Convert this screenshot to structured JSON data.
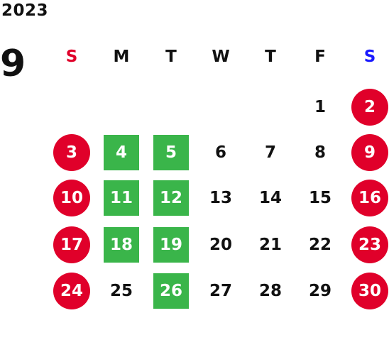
{
  "year": "2023",
  "month": "9",
  "colors": {
    "weekend_circle": "#e0002a",
    "highlight": "#3ab54a",
    "sunday_label": "#e0002a",
    "saturday_label": "#1a1aff"
  },
  "weekdays": [
    "S",
    "M",
    "T",
    "W",
    "T",
    "F",
    "S"
  ],
  "weeks": [
    [
      {
        "d": ""
      },
      {
        "d": ""
      },
      {
        "d": ""
      },
      {
        "d": ""
      },
      {
        "d": ""
      },
      {
        "d": "1"
      },
      {
        "d": "2",
        "style": "weekend"
      }
    ],
    [
      {
        "d": "3",
        "style": "weekend"
      },
      {
        "d": "4",
        "style": "highlight"
      },
      {
        "d": "5",
        "style": "highlight"
      },
      {
        "d": "6"
      },
      {
        "d": "7"
      },
      {
        "d": "8"
      },
      {
        "d": "9",
        "style": "weekend"
      }
    ],
    [
      {
        "d": "10",
        "style": "weekend"
      },
      {
        "d": "11",
        "style": "highlight"
      },
      {
        "d": "12",
        "style": "highlight"
      },
      {
        "d": "13"
      },
      {
        "d": "14"
      },
      {
        "d": "15"
      },
      {
        "d": "16",
        "style": "weekend"
      }
    ],
    [
      {
        "d": "17",
        "style": "weekend"
      },
      {
        "d": "18",
        "style": "highlight"
      },
      {
        "d": "19",
        "style": "highlight"
      },
      {
        "d": "20"
      },
      {
        "d": "21"
      },
      {
        "d": "22"
      },
      {
        "d": "23",
        "style": "weekend"
      }
    ],
    [
      {
        "d": "24",
        "style": "weekend"
      },
      {
        "d": "25"
      },
      {
        "d": "26",
        "style": "highlight"
      },
      {
        "d": "27"
      },
      {
        "d": "28"
      },
      {
        "d": "29"
      },
      {
        "d": "30",
        "style": "weekend"
      }
    ]
  ]
}
